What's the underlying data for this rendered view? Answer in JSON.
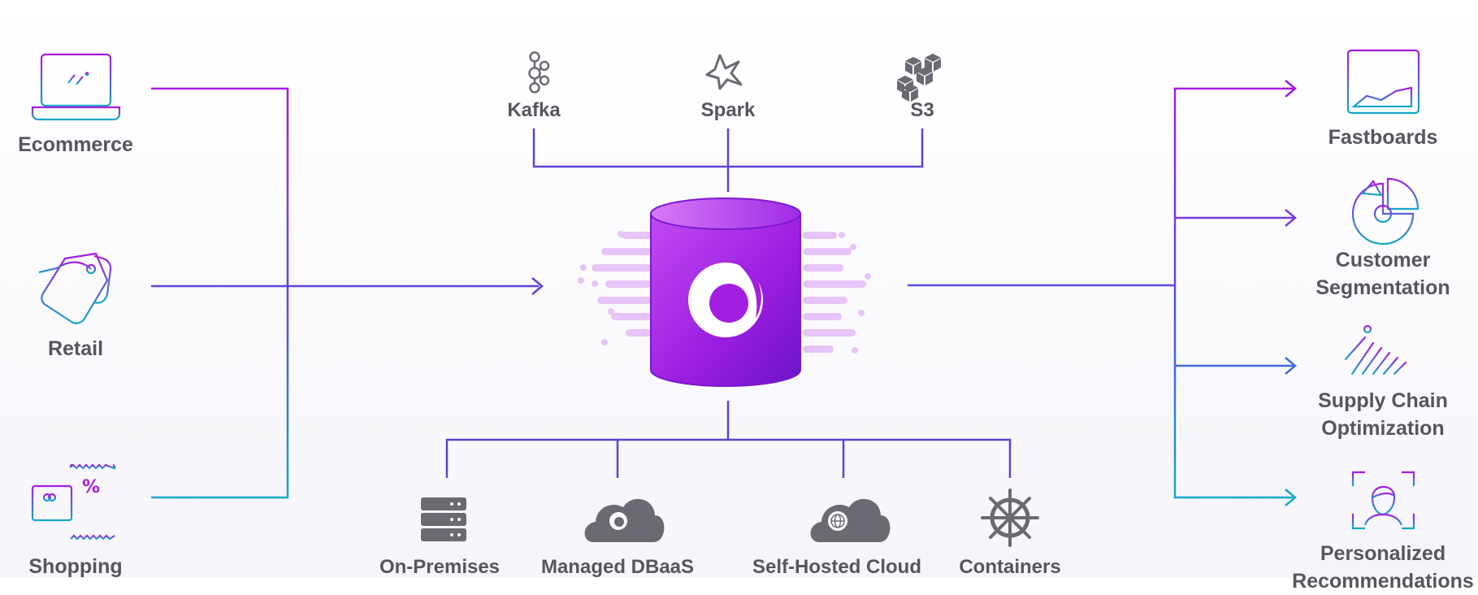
{
  "sources": {
    "ecommerce": "Ecommerce",
    "retail": "Retail",
    "shopping": "Shopping"
  },
  "integrations": {
    "kafka": "Kafka",
    "spark": "Spark",
    "s3": "S3"
  },
  "deployment": {
    "on_premises": "On-Premises",
    "managed_dbaas": "Managed DBaaS",
    "self_hosted_cloud": "Self-Hosted Cloud",
    "containers": "Containers"
  },
  "outputs": {
    "fastboards": "Fastboards",
    "customer_segmentation": "Customer Segmentation",
    "supply_chain": "Supply Chain Optimization",
    "personalized": "Personalized Recommendations"
  },
  "colors": {
    "purple": "#a81be0",
    "indigo": "#5b45d6",
    "teal": "#15a9c6",
    "gray_icon": "#6b6a73",
    "label": "#55565e",
    "db_light": "#c24af2",
    "db_dark": "#6a14c7"
  },
  "icons": {
    "ecommerce": "laptop-icon",
    "retail": "price-tag-icon",
    "shopping": "receipt-card-icon",
    "kafka": "kafka-icon",
    "spark": "spark-star-icon",
    "s3": "s3-cubes-icon",
    "database": "database-cylinder-icon",
    "on_premises": "server-rack-icon",
    "managed_dbaas": "cloud-logo-icon",
    "self_hosted_cloud": "cloud-globe-icon",
    "containers": "helm-wheel-icon",
    "fastboards": "dashboard-icon",
    "customer_segmentation": "pie-chart-icon",
    "supply_chain": "trend-lines-icon",
    "personalized": "face-frame-icon"
  }
}
